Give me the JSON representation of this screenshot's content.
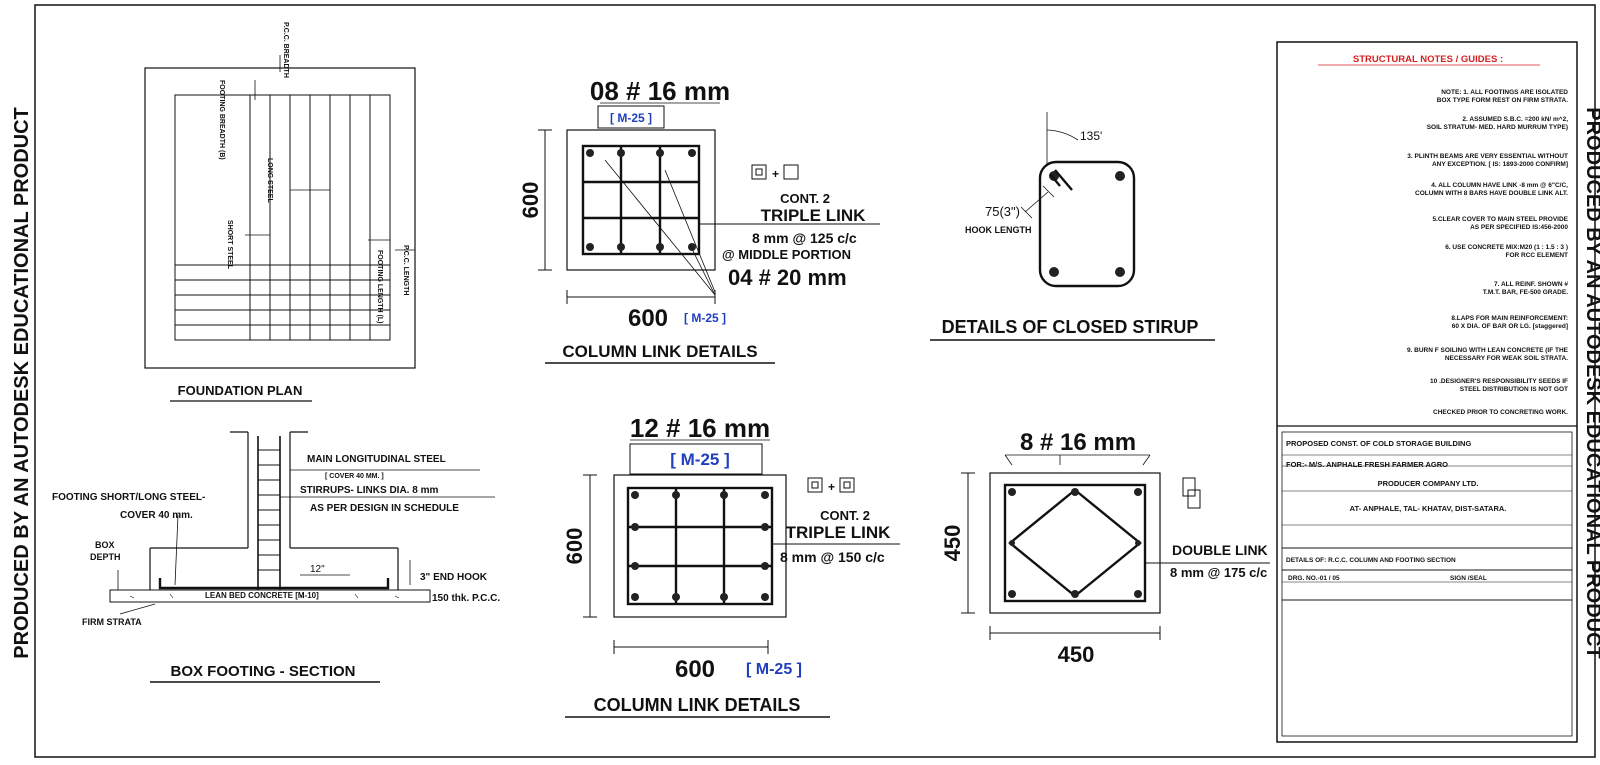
{
  "watermark": {
    "left": "PRODUCED BY AN AUTODESK EDUCATIONAL PRODUCT",
    "right": "PRODUCED BY AN AUTODESK EDUCATIONAL PRODUCT"
  },
  "foundation_plan": {
    "title": "FOUNDATION PLAN",
    "label_pcc_breadth": "P.C.C. BREADTH",
    "label_footing_breadth": "FOOTING BREADTH (B)",
    "label_long_steel": "LONG STEEL",
    "label_short_steel": "SHORT STEEL",
    "label_footing_length": "FOOTING LENGTH (L)",
    "label_pcc_length": "P.C.C. LENGTH"
  },
  "column_top": {
    "main_bars": "08 # 16  mm",
    "grade_top": "[ M-25 ]",
    "height": "600",
    "width": "600",
    "grade_bottom": "[ M-25 ]",
    "cont": "CONT. 2",
    "link_type": "TRIPLE LINK",
    "link_spec": "8 mm @ 125 c/c",
    "middle": "@ MIDDLE PORTION",
    "middle_bars": "04 # 20  mm",
    "title": "COLUMN LINK DETAILS"
  },
  "stirrup": {
    "angle": "135'",
    "hook": "75(3\")",
    "hook_label": "HOOK LENGTH",
    "title": "DETAILS OF CLOSED STIRUP"
  },
  "box_footing": {
    "main_steel": "MAIN LONGITUDINAL STEEL",
    "main_cover": "[ COVER 40 MM. ]",
    "stirrups": "STIRRUPS- LINKS DIA. 8 mm",
    "as_per": "AS PER DESIGN IN SCHEDULE",
    "footing_steel": "FOOTING SHORT/LONG STEEL-",
    "cover": "COVER 40 mm.",
    "box_depth_1": "BOX",
    "box_depth_2": "DEPTH",
    "dim_12": "12\"",
    "end_hook": "3\" END HOOK",
    "lean": "LEAN BED CONCRETE [M-10]",
    "pcc": "150 thk. P.C.C.",
    "firm": "FIRM STRATA",
    "title": "BOX FOOTING - SECTION"
  },
  "column_bottom": {
    "main_bars": "12 # 16  mm",
    "grade_top": "[ M-25 ]",
    "height": "600",
    "width": "600",
    "grade_bottom": "[ M-25 ]",
    "cont": "CONT. 2",
    "link_type": "TRIPLE LINK",
    "link_spec": "8 mm @ 150 c/c",
    "title": "COLUMN LINK DETAILS"
  },
  "column_450": {
    "main_bars": "8 # 16  mm",
    "height": "450",
    "width": "450",
    "link_type": "DOUBLE LINK",
    "link_spec": "8 mm @ 175  c/c"
  },
  "notes": {
    "heading": "STRUCTURAL NOTES / GUIDES :",
    "lines": [
      "NOTE: 1. ALL  FOOTINGS  ARE  ISOLATED",
      "BOX TYPE  FORM REST  ON  FIRM  STRATA.",
      "2. ASSUMED S.B.C. =200 kN/ m^2,",
      "SOIL STRATUM- MED. HARD MURRUM TYPE)",
      "3. PLINTH  BEAMS ARE VERY ESSENTIAL WITHOUT",
      "ANY EXCEPTION. [ IS: 1893-2000 CONFIRM]",
      "4. ALL COLUMN HAVE LINK -8 mm @ 6\"C/C,",
      "COLUMN WITH 8 BARS HAVE DOUBLE LINK ALT.",
      "5.CLEAR COVER TO MAIN STEEL PROVIDE",
      "AS PER SPECIFIED IS:456-2000",
      "6. USE  CONCRETE MIX:M20 (1 : 1.5 : 3 )",
      "FOR RCC ELEMENT",
      "7. ALL  REINF.  SHOWN #",
      "T.M.T. BAR,  FE-500 GRADE.",
      "8.LAPS FOR MAIN REINFORCEMENT:",
      "60 X DIA. OF BAR  OR  LG. [staggered]",
      "9. BURN F SOILING WITH LEAN CONCRETE (IF THE",
      "NECESSARY   FOR  WEAK SOIL  STRATA.",
      "10 .DESIGNER'S RESPONSIBILITY SEEDS IF",
      "STEEL DISTRIBUTION IS NOT GOT",
      "CHECKED PRIOR TO CONCRETING WORK."
    ]
  },
  "title_block": {
    "project": "PROPOSED CONST. OF COLD STORAGE BUILDING",
    "for_line": "FOR:- M/S. ANPHALE FRESH FARMER AGRO",
    "company": "PRODUCER COMPANY LTD.",
    "address": "AT- ANPHALE, TAL- KHATAV, DIST-SATARA.",
    "details": "DETAILS OF:  R.C.C. COLUMN AND  FOOTING SECTION",
    "drg": "DRG.  NO.-01 / 05",
    "sign": "SIGN /SEAL"
  }
}
